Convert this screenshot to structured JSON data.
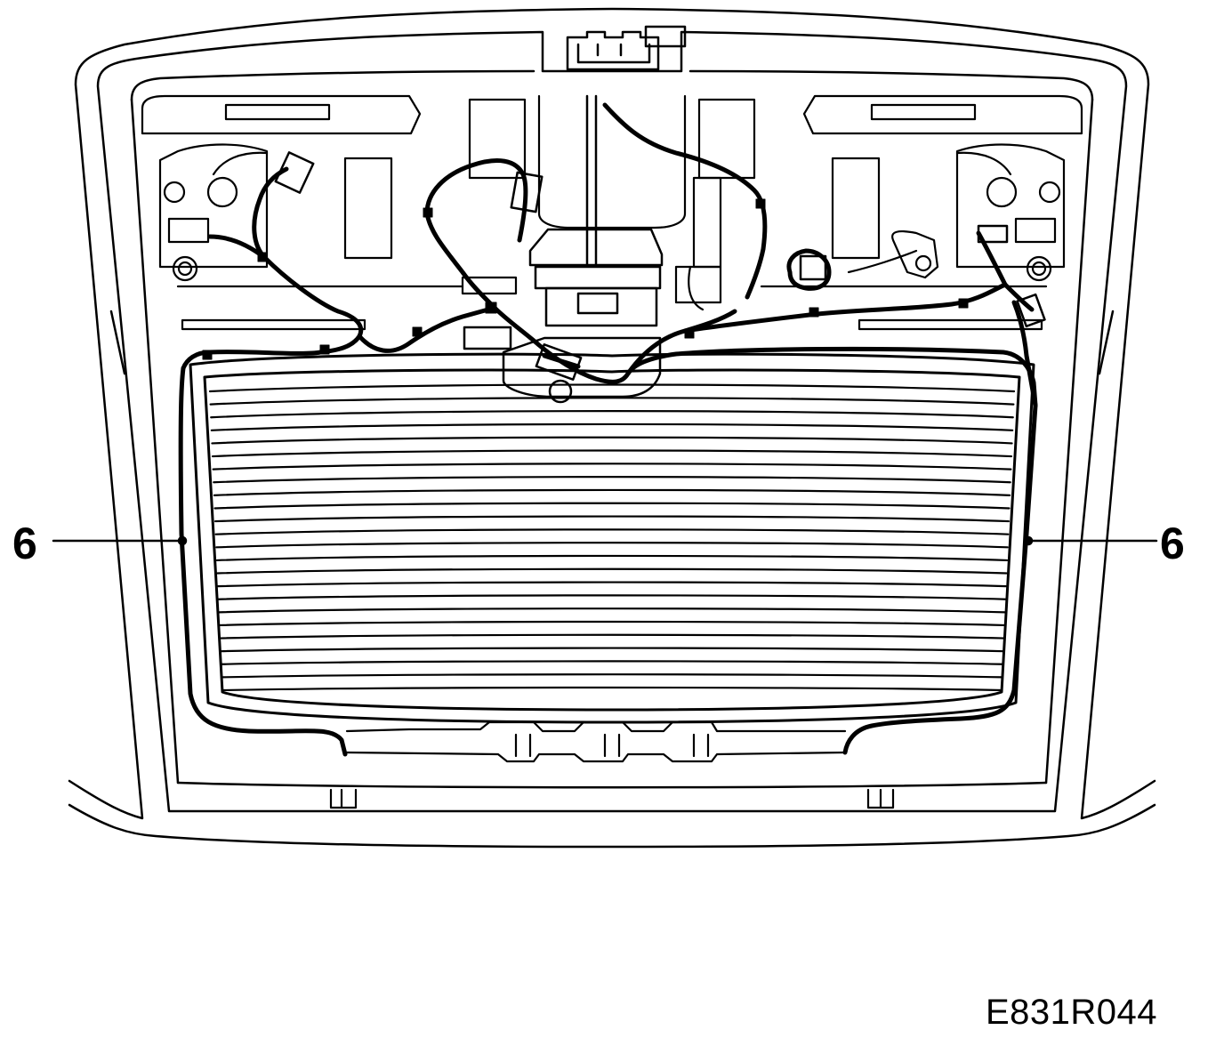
{
  "callouts": {
    "left": "6",
    "right": "6"
  },
  "figure_code": "E831R044",
  "colors": {
    "line": "#000000",
    "background": "#ffffff"
  }
}
